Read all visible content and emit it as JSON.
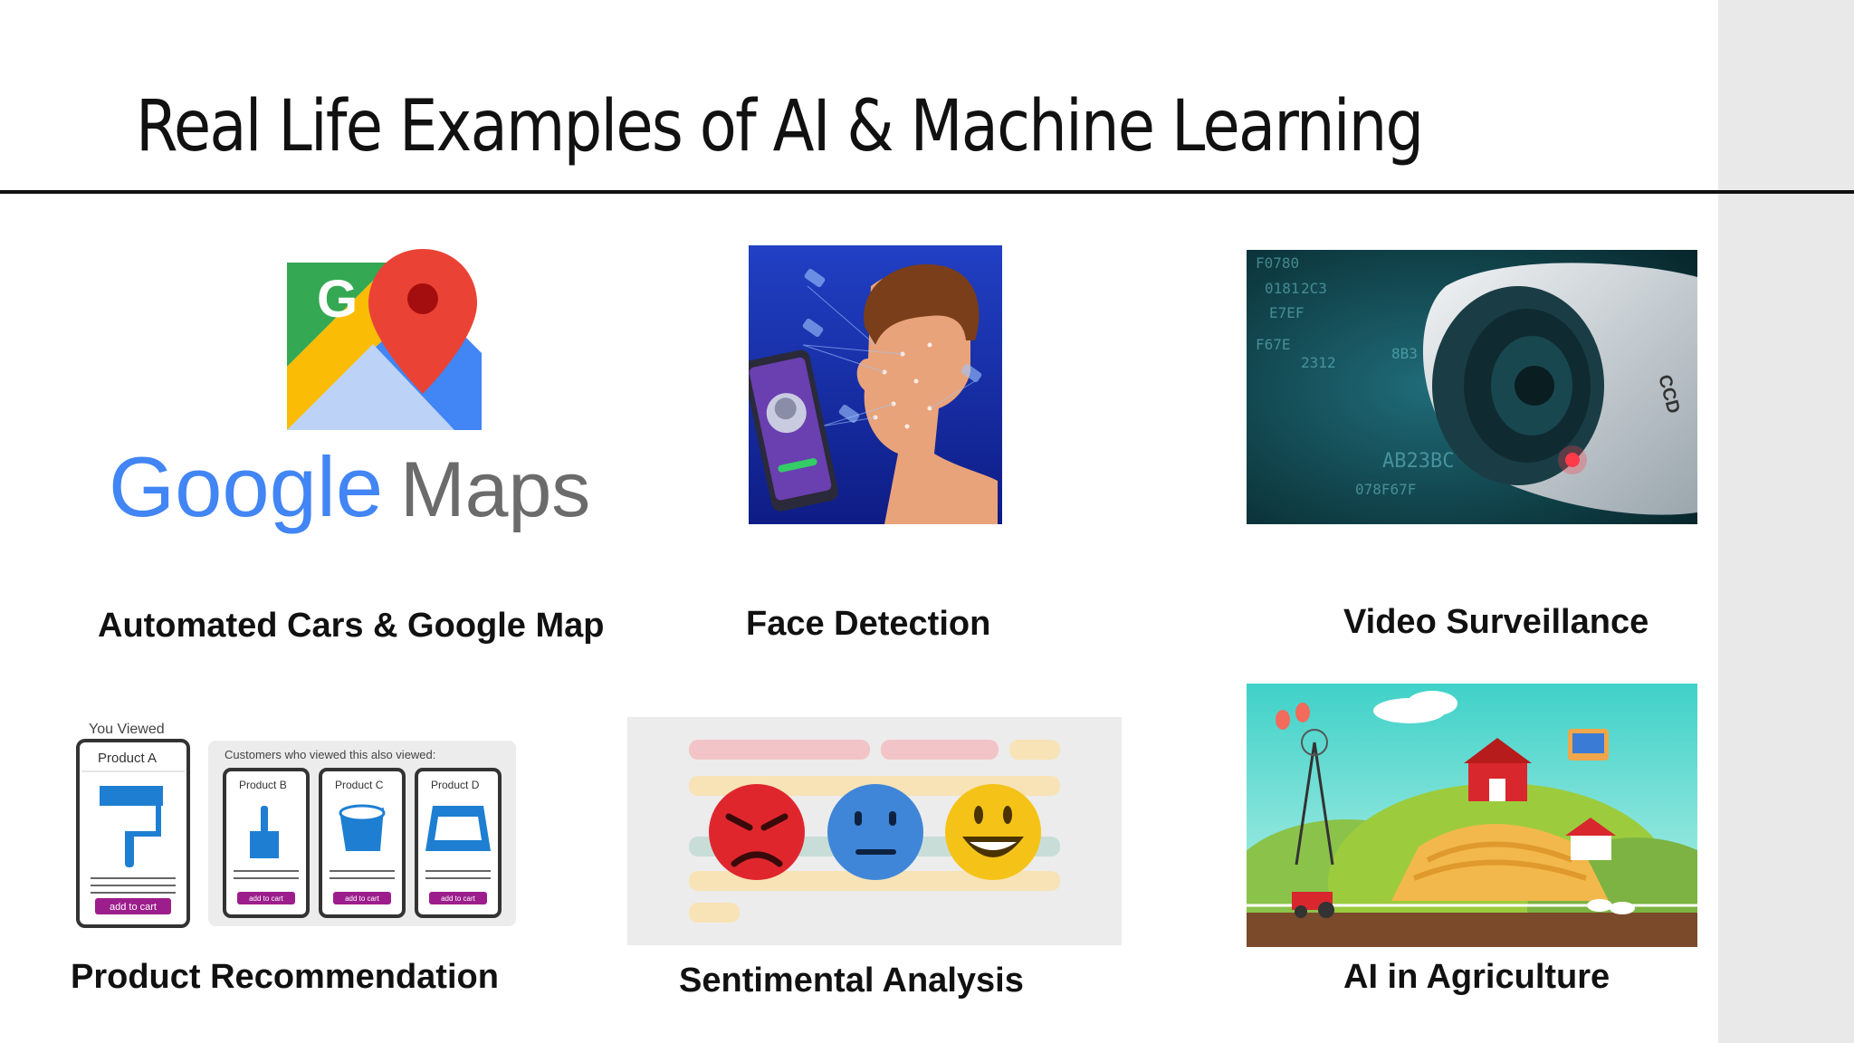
{
  "slide": {
    "title": "Real Life Examples of AI & Machine Learning"
  },
  "examples": [
    {
      "caption": "Automated Cars & Google Map",
      "icon": "google-maps-logo-icon"
    },
    {
      "caption": "Face Detection",
      "icon": "face-detection-icon"
    },
    {
      "caption": "Video Surveillance",
      "icon": "cctv-camera-icon"
    },
    {
      "caption": "Product Recommendation",
      "icon": "product-recommendation-icon"
    },
    {
      "caption": "Sentimental Analysis",
      "icon": "sentiment-emoji-icon"
    },
    {
      "caption": "AI in Agriculture",
      "icon": "smart-farm-icon"
    }
  ],
  "google_maps_logo": {
    "g_letter": "G",
    "word_google": "Google",
    "word_maps": "Maps"
  },
  "recommendation_widget": {
    "you_viewed_label": "You Viewed",
    "also_viewed_label": "Customers who viewed this also viewed:",
    "main_product": "Product A",
    "other_products": [
      "Product B",
      "Product C",
      "Product D"
    ],
    "add_to_cart_label": "add to cart"
  },
  "surveillance_overlay_text": [
    "F0780",
    "0181",
    "2C3",
    "E7EF",
    "F67E",
    "2312",
    "8B3",
    "AB23BC",
    "078F67F",
    "CCD"
  ],
  "colors": {
    "google_blue": "#4285F4",
    "google_red": "#EA4335",
    "google_yellow": "#FBBC05",
    "google_green": "#34A853",
    "face_bg": "#1a2fa8",
    "add_to_cart": "#9c1e8c",
    "angry": "#e0262d",
    "neutral": "#3f86d8",
    "happy": "#f5c318"
  }
}
